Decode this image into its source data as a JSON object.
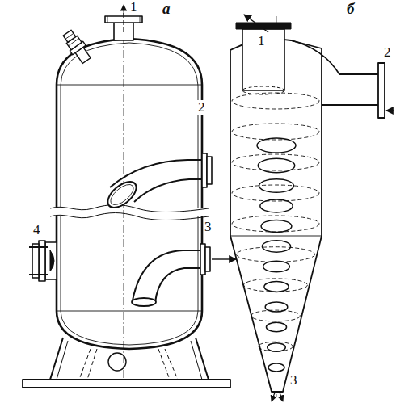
{
  "diagram": {
    "labels": [
      "а",
      "1",
      "2",
      "3",
      "4",
      "б",
      "1",
      "2",
      "3"
    ]
  }
}
